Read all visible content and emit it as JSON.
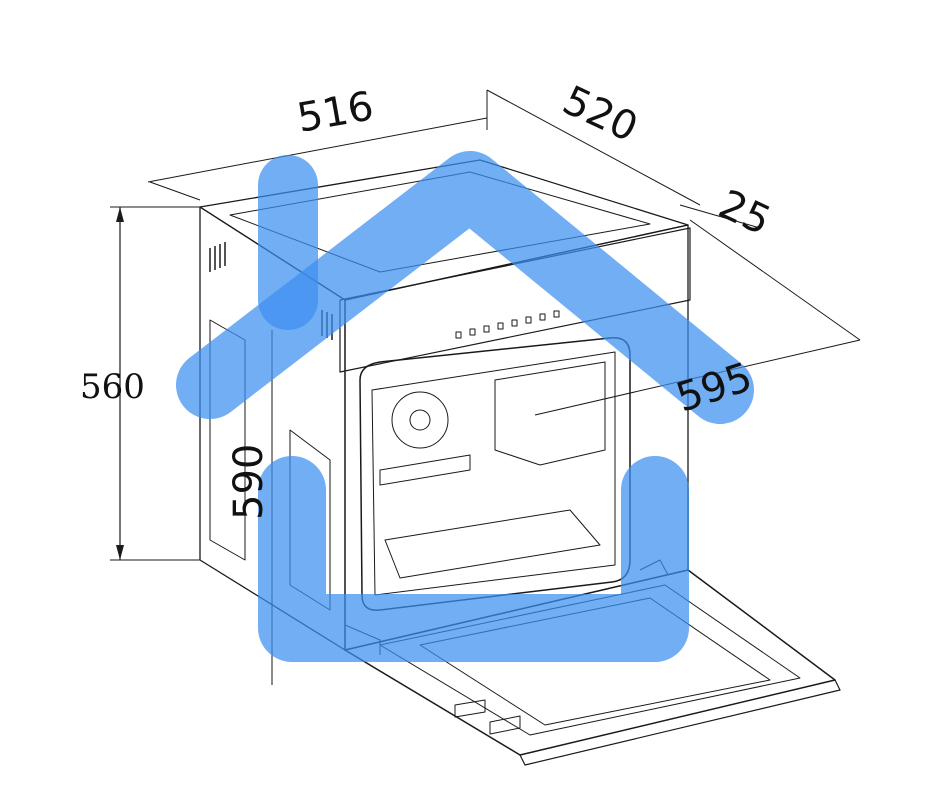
{
  "dimensions": {
    "width_top": "516",
    "depth": "520",
    "front_panel": "25",
    "height_body": "560",
    "height_front": "590",
    "width_front": "595"
  },
  "logo": {
    "icon": "house-icon",
    "color": "#3b8ff0"
  },
  "colors": {
    "line": "#1a1a1a",
    "background": "#ffffff"
  }
}
